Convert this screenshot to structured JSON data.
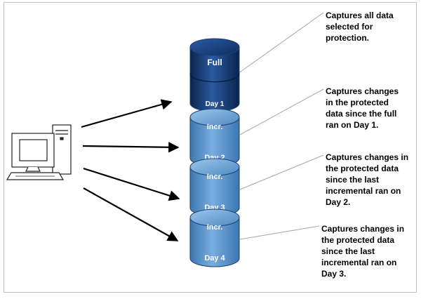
{
  "colors": {
    "full_db_dark": "#0f2e63",
    "full_db_mid": "#1e4a8c",
    "incr_db": "#5b93c7",
    "incr_db_light": "#8dbbe3",
    "db_outline": "#1f3f6f",
    "arrow": "#000000",
    "leader_line": "#a6a6a6",
    "frame": "#bfbfbf"
  },
  "computer": {
    "icon": "desktop-computer-icon"
  },
  "backups": [
    {
      "top_label": "Full",
      "bottom_label": "Day 1",
      "kind": "full",
      "caption": [
        "Captures all data",
        "selected for",
        "protection."
      ]
    },
    {
      "top_label": "Incr.",
      "bottom_label": "Day 2",
      "kind": "incremental",
      "caption": [
        "Captures changes",
        "in the protected",
        "data since the full",
        "ran on Day 1."
      ]
    },
    {
      "top_label": "Incr.",
      "bottom_label": "Day 3",
      "kind": "incremental",
      "caption": [
        "Captures changes in",
        "the protected data",
        "since the last",
        "incremental ran on",
        "Day 2."
      ]
    },
    {
      "top_label": "Incr.",
      "bottom_label": "Day 4",
      "kind": "incremental",
      "caption": [
        "Captures changes in",
        "the protected data",
        "since the last",
        "incremental ran on",
        "Day 3."
      ]
    }
  ]
}
